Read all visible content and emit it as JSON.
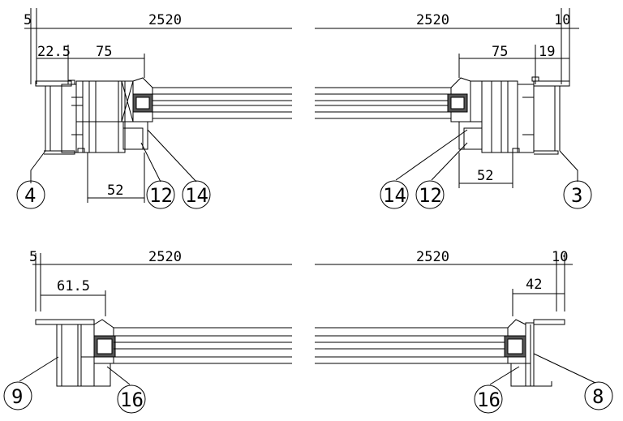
{
  "top_left": {
    "offset": "5",
    "span": "2520",
    "sub1": "22.5",
    "sub2": "75",
    "depth": "52",
    "callouts": [
      "4",
      "12",
      "14"
    ]
  },
  "top_right": {
    "offset": "10",
    "span": "2520",
    "sub1": "75",
    "sub2": "19",
    "depth": "52",
    "callouts": [
      "14",
      "12",
      "3"
    ]
  },
  "bottom_left": {
    "offset": "5",
    "span": "2520",
    "sub1": "61.5",
    "callouts": [
      "9",
      "16"
    ]
  },
  "bottom_right": {
    "offset": "10",
    "span": "2520",
    "sub1": "42",
    "callouts": [
      "16",
      "8"
    ]
  },
  "colors": {
    "ink": "#000000",
    "paper": "#ffffff"
  }
}
